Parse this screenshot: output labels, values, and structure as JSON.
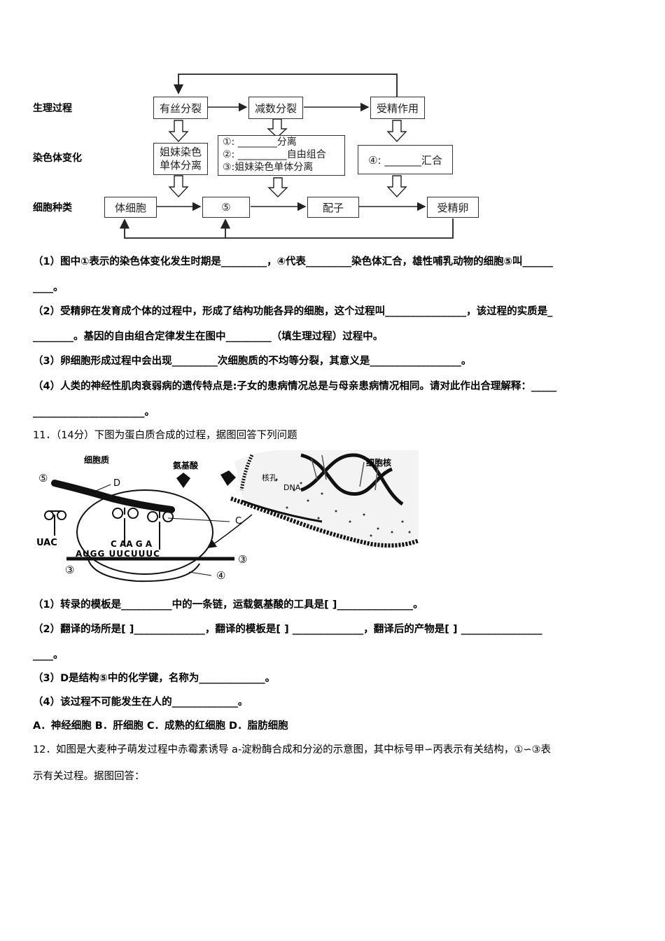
{
  "diagram1": {
    "row_labels": [
      "生理过程",
      "染色体变化",
      "细胞种类"
    ],
    "process": [
      "有丝分裂",
      "减数分裂",
      "受精作用"
    ],
    "mitosis_change": [
      "姐妹染色",
      "单体分离"
    ],
    "meiosis_change": [
      "①: ________分离",
      "②: __________自由组合",
      "③:姐妹染色单体分离"
    ],
    "fert_change": "④: _______汇合",
    "cells": [
      "体细胞",
      "⑤",
      "配子",
      "受精卵"
    ]
  },
  "q10": {
    "line1": "（1）图中①表示的染色体变化发生时期是_________，④代表_________染色体汇合，雄性哺乳动物的细胞⑤叫______",
    "line2": "____。",
    "line3": "（2）受精卵在发育成个体的过程中，形成了结构功能各异的细胞，这个过程叫________________，该过程的实质是_",
    "line4": "________。基因的自由组合定律发生在图中_________（填生理过程）过程中。",
    "line5": "（3）卵细胞形成过程中会出现_________次细胞质的不均等分裂，其意义是__________________。",
    "line6": "（4）人类的神经性肌肉衰弱病的遗传特点是:子女的患病情况总是与母亲患病情况相同。请对此作出合理解释：_____",
    "line7": "______________________。"
  },
  "q11": {
    "title": "11．（14分）下图为蛋白质合成的过程，据图回答下列问题",
    "figure_labels": {
      "cytoplasm": "细胞质",
      "amino_acid": "氨基酸",
      "nucleus": "细胞核",
      "pore": "核孔",
      "dna": "DNA",
      "d": "D",
      "c": "C",
      "uac": "UAC",
      "mrna": "AUGG UUCUUUC",
      "n3a": "③",
      "n3b": "③",
      "n4": "④",
      "n5": "⑤",
      "codon": "C  AA G A"
    },
    "line1": "（1）转录的模板是__________中的一条链，运载氨基酸的工具是[  ]_______________。",
    "line2": "（2）翻译的场所是[    ]______________，翻译的模板是[    ] ______________，翻译后的产物是[    ] ________________",
    "line3": "____。",
    "line4": "（3）D是结构⑤中的化学键，名称为_____________。",
    "line5": "（4）该过程不可能发生在人的_____________。",
    "options": "A．神经细胞   B．肝细胞   C．成熟的红细胞   D．脂肪细胞"
  },
  "q12": {
    "line1": "12．如图是大麦种子萌发过程中赤霉素诱导 a-淀粉酶合成和分泌的示意图，其中标号甲∽丙表示有关结构，①∽③表",
    "line2": "示有关过程。据图回答："
  }
}
